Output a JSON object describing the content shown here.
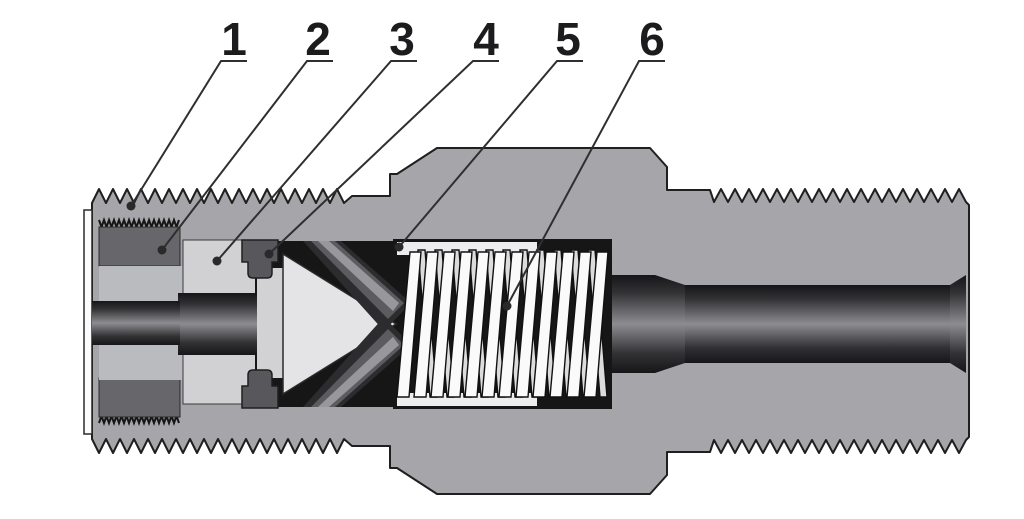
{
  "figure": {
    "kind": "technical cutaway diagram",
    "subject": "Spring-loaded check valve fitting, cross-section",
    "callouts": [
      {
        "label": "1"
      },
      {
        "label": "2"
      },
      {
        "label": "3"
      },
      {
        "label": "4"
      },
      {
        "label": "5"
      },
      {
        "label": "6"
      }
    ],
    "palette": {
      "background": "#ffffff",
      "body_gray": "#a6a6aa",
      "end_cap_dark_gray": "#67676b",
      "seat_light_gray": "#d1d1d4",
      "poppet_light": "#e4e4e6",
      "cavity_black": "#161616",
      "spring_white": "#fafafa",
      "bore_dark": "#1a1a1c",
      "outline": "#1f1f1f",
      "leader_line": "#2f2f2f"
    }
  }
}
